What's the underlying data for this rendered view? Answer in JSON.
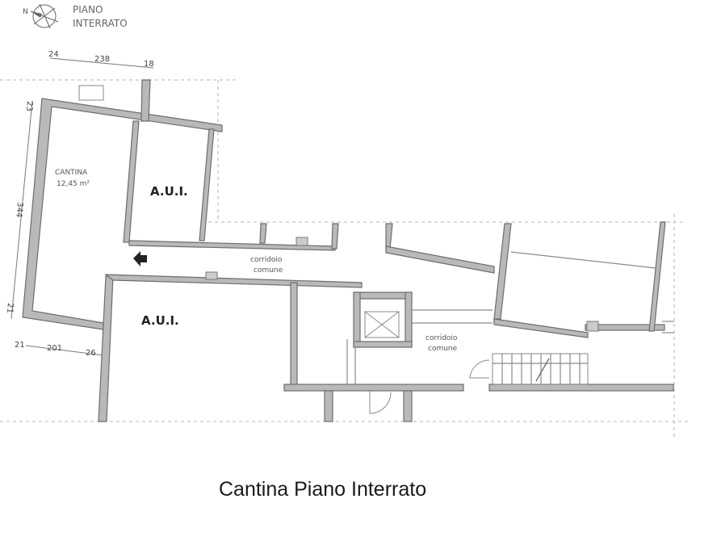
{
  "header": {
    "floor_label_line1": "PIANO",
    "floor_label_line2": "INTERRATO",
    "compass_label": "N"
  },
  "dimensions": {
    "top": [
      "24",
      "238",
      "18"
    ],
    "left_vertical": [
      "23",
      "344",
      "21"
    ],
    "bottom": [
      "21",
      "201",
      "26"
    ]
  },
  "rooms": {
    "cantina": {
      "name": "CANTINA",
      "area": "12,45 m²"
    },
    "aui_upper": {
      "name": "A.U.I."
    },
    "aui_lower": {
      "name": "A.U.I."
    },
    "corridoio_1": {
      "line1": "corridoio",
      "line2": "comune"
    },
    "corridoio_2": {
      "line1": "corridoio",
      "line2": "comune"
    }
  },
  "caption": "Cantina Piano Interrato",
  "colors": {
    "wall_fill": "#b9b9b9",
    "wall_stroke": "#6d6d6d",
    "background": "#ffffff"
  }
}
